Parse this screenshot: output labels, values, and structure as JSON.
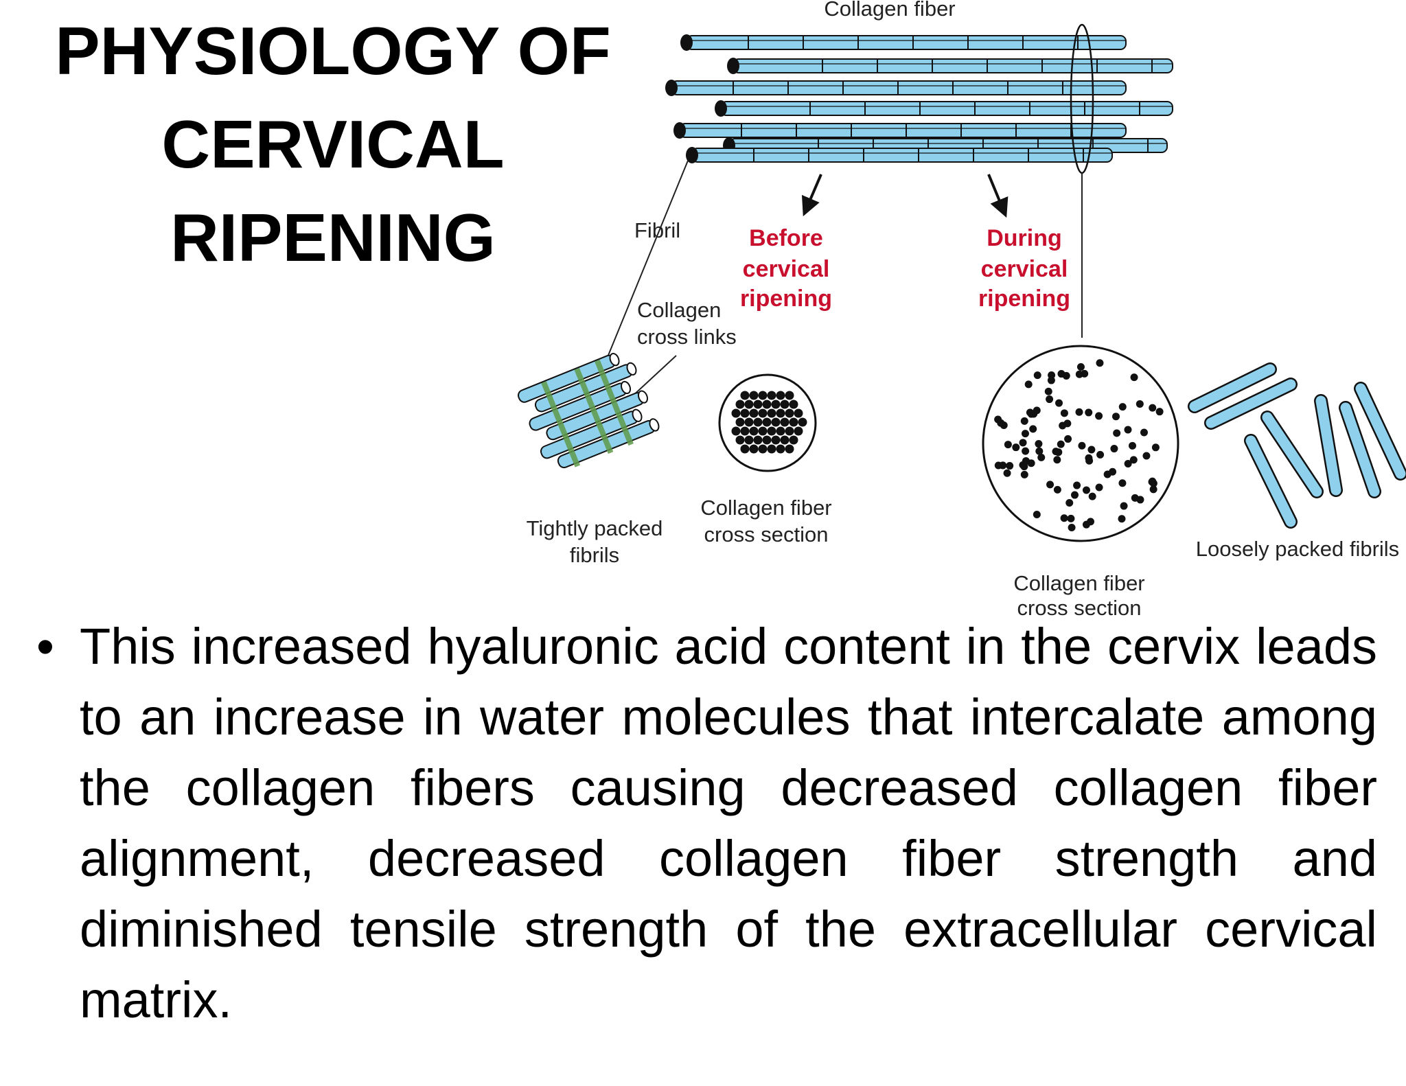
{
  "title": {
    "line1": "PHYSIOLOGY OF",
    "line2": "CERVICAL",
    "line3": "RIPENING"
  },
  "diagram": {
    "collagen_fiber": "Collagen fiber",
    "fibril": "Fibril",
    "cross_links_1": "Collagen",
    "cross_links_2": "cross links",
    "before_1": "Before",
    "before_2": "cervical",
    "before_3": "ripening",
    "during_1": "During",
    "during_2": "cervical",
    "during_3": "ripening",
    "tight_1": "Tightly packed",
    "tight_2": "fibrils",
    "cs_small_1": "Collagen fiber",
    "cs_small_2": "cross section",
    "cs_large_1": "Collagen fiber",
    "cs_large_2": "cross section",
    "loose": "Loosely packed fibrils",
    "colors": {
      "fibril": "#8fd0ec",
      "label_red": "#c8102e",
      "band": "#5f9a4a"
    }
  },
  "body": {
    "bullet": "•",
    "text": "This increased hyaluronic acid content in the cervix leads to an increase in water molecules that intercalate among the collagen fibers causing decreased collagen fiber alignment, decreased collagen fiber strength and diminished tensile strength of the extracellular cervical matrix."
  }
}
